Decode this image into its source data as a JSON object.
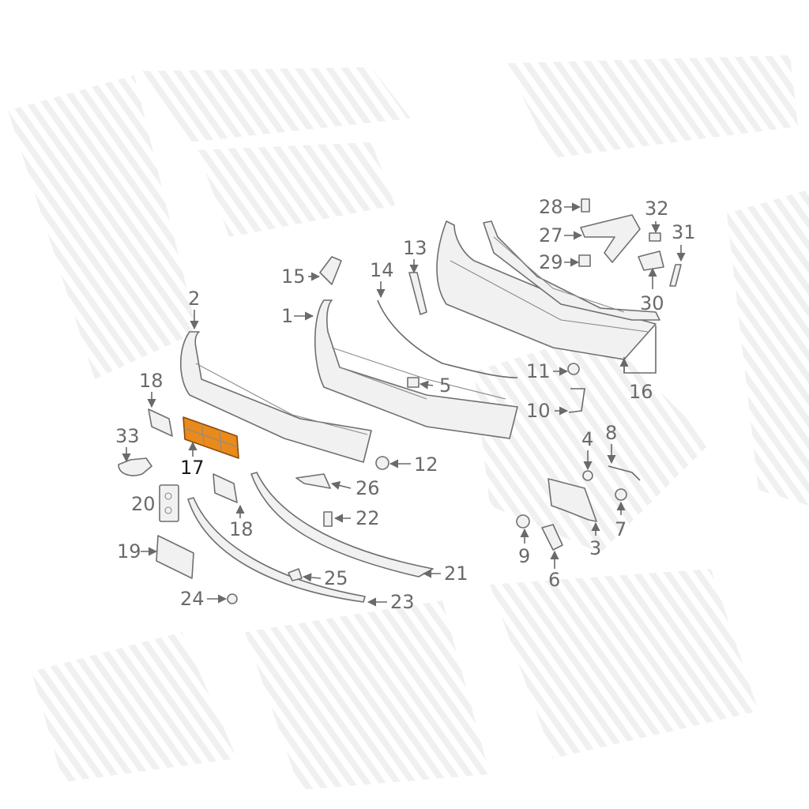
{
  "diagram": {
    "highlighted_part": "17",
    "highlight_color": "#e98a1c",
    "callouts": [
      {
        "id": "28",
        "label": "28"
      },
      {
        "id": "32",
        "label": "32"
      },
      {
        "id": "27",
        "label": "27"
      },
      {
        "id": "31",
        "label": "31"
      },
      {
        "id": "29",
        "label": "29"
      },
      {
        "id": "13",
        "label": "13"
      },
      {
        "id": "30",
        "label": "30"
      },
      {
        "id": "15",
        "label": "15"
      },
      {
        "id": "14",
        "label": "14"
      },
      {
        "id": "2",
        "label": "2"
      },
      {
        "id": "1",
        "label": "1"
      },
      {
        "id": "11",
        "label": "11"
      },
      {
        "id": "16",
        "label": "16"
      },
      {
        "id": "18a",
        "label": "18"
      },
      {
        "id": "5",
        "label": "5"
      },
      {
        "id": "10",
        "label": "10"
      },
      {
        "id": "8",
        "label": "8"
      },
      {
        "id": "33",
        "label": "33"
      },
      {
        "id": "4",
        "label": "4"
      },
      {
        "id": "17",
        "label": "17"
      },
      {
        "id": "12",
        "label": "12"
      },
      {
        "id": "26",
        "label": "26"
      },
      {
        "id": "20",
        "label": "20"
      },
      {
        "id": "22",
        "label": "22"
      },
      {
        "id": "18b",
        "label": "18"
      },
      {
        "id": "7",
        "label": "7"
      },
      {
        "id": "19",
        "label": "19"
      },
      {
        "id": "9",
        "label": "9"
      },
      {
        "id": "3",
        "label": "3"
      },
      {
        "id": "21",
        "label": "21"
      },
      {
        "id": "25",
        "label": "25"
      },
      {
        "id": "6",
        "label": "6"
      },
      {
        "id": "24",
        "label": "24"
      },
      {
        "id": "23",
        "label": "23"
      }
    ]
  }
}
